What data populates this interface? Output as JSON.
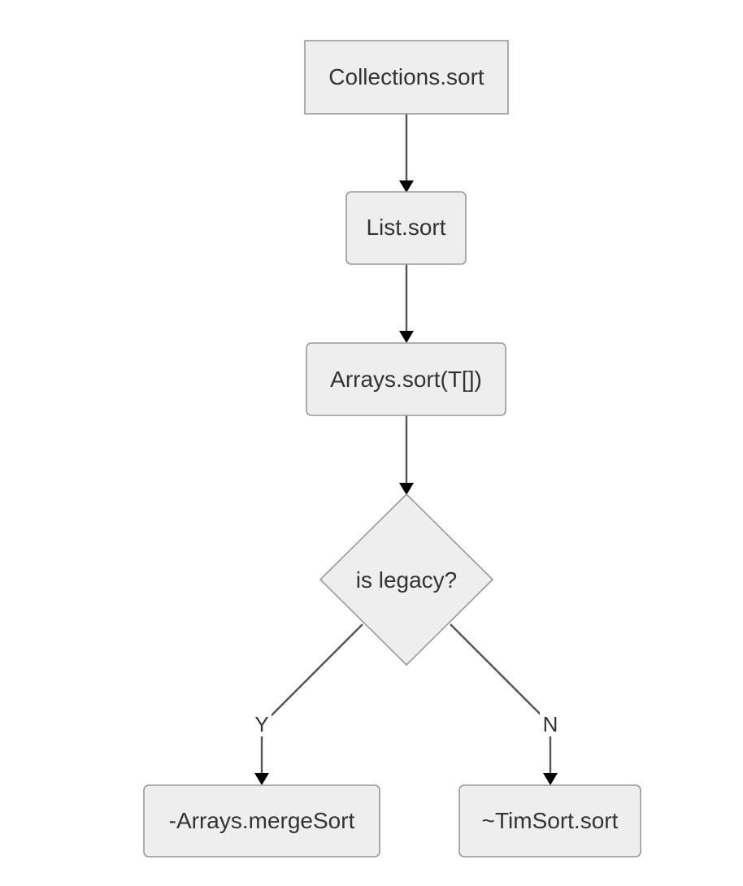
{
  "diagram": {
    "type": "flowchart",
    "direction": "top-down",
    "nodes": {
      "collections_sort": {
        "label": "Collections.sort",
        "shape": "rect"
      },
      "list_sort": {
        "label": "List.sort",
        "shape": "rounded-rect"
      },
      "arrays_sort": {
        "label": "Arrays.sort(T[])",
        "shape": "rounded-rect"
      },
      "is_legacy": {
        "label": "is legacy?",
        "shape": "diamond"
      },
      "merge_sort": {
        "label": "-Arrays.mergeSort",
        "shape": "rounded-rect"
      },
      "timsort": {
        "label": "~TimSort.sort",
        "shape": "rounded-rect"
      }
    },
    "edges": [
      {
        "from": "Collections.sort",
        "to": "List.sort",
        "label": ""
      },
      {
        "from": "List.sort",
        "to": "Arrays.sort(T[])",
        "label": ""
      },
      {
        "from": "Arrays.sort(T[])",
        "to": "is legacy?",
        "label": ""
      },
      {
        "from": "is legacy?",
        "to": "-Arrays.mergeSort",
        "label": "Y"
      },
      {
        "from": "is legacy?",
        "to": "~TimSort.sort",
        "label": "N"
      }
    ],
    "edge_labels": {
      "yes": "Y",
      "no": "N"
    },
    "colors": {
      "node_fill": "#eeeeee",
      "node_stroke": "#999999",
      "edge_stroke": "#555555",
      "arrowhead": "#000000",
      "text": "#333333"
    }
  }
}
